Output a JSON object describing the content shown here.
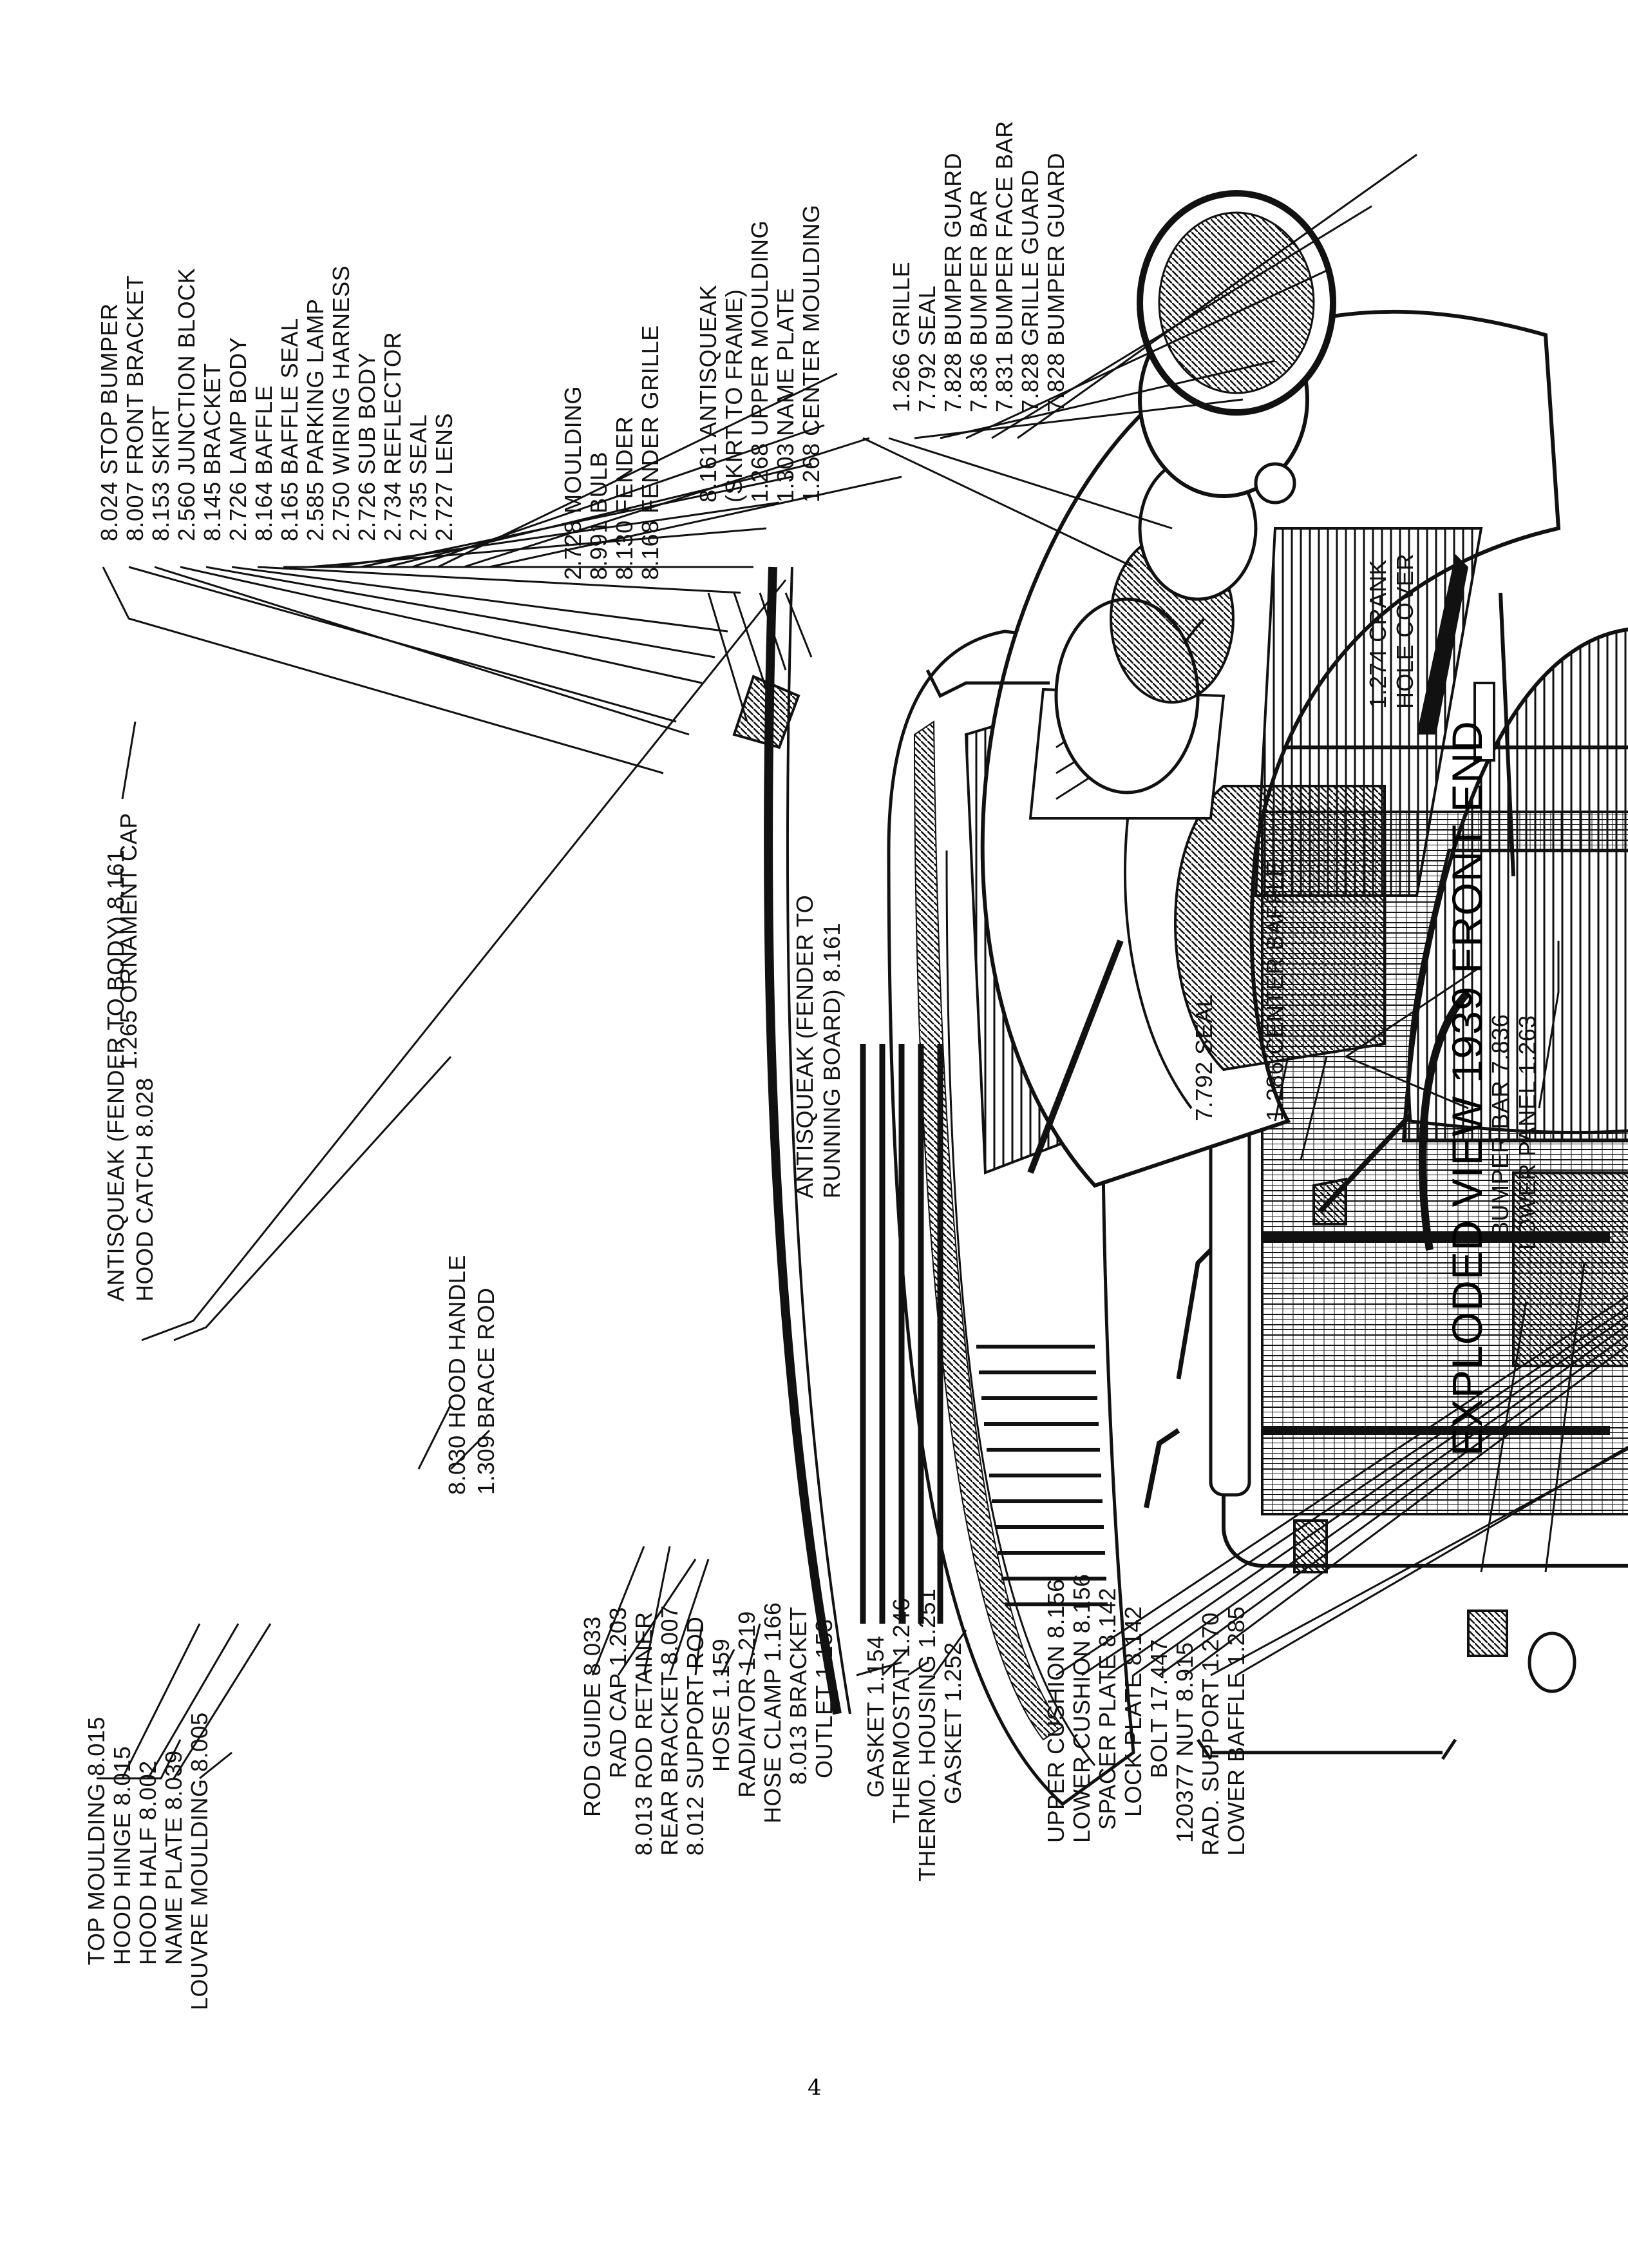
{
  "title": "EXPLODED VIEW 1939 FRONT END",
  "page_number": "4",
  "colors": {
    "ink": "#111111",
    "paper": "#ffffff"
  },
  "labels": {
    "top_moulding": "TOP MOULDING 8.015",
    "hood_hinge": "HOOD HINGE 8.015",
    "hood_half": "HOOD HALF 8.002",
    "name_plate_hood": "NAME PLATE 8.039",
    "louvre_moulding": "LOUVRE MOULDING 8.005",
    "antisqueak_body": "ANTISQUEAK (FENDER TO BODY) 8.161",
    "hood_catch": "HOOD CATCH 8.028",
    "ornament_cap": "1.265 ORNAMENT CAP",
    "hood_handle": "8.030 HOOD HANDLE",
    "brace_rod": "1.309 BRACE ROD",
    "rod_guide": "ROD GUIDE 8.033",
    "rad_cap": "RAD CAP 1.203",
    "rod_retainer": "8.013 ROD RETAINER",
    "rear_bracket": "REAR BRACKET 8.007",
    "support_rod": "8.012 SUPPORT ROD",
    "hose": "HOSE 1.159",
    "radiator": "RADIATOR 1.219",
    "hose_clamp": "HOSE CLAMP 1.166",
    "bracket_8013": "8.013 BRACKET",
    "outlet": "OUTLET 1.153",
    "gasket_1154": "GASKET 1.154",
    "thermostat": "THERMOSTAT 1.246",
    "thermo_housing": "THERMO. HOUSING 1.251",
    "gasket_1252": "GASKET 1.252",
    "upper_cushion": "UPPER CUSHION 8.156",
    "lower_cushion": "LOWER CUSHION 8.156",
    "spacer_plate": "SPACER PLATE 8.142",
    "lock_plate": "LOCK PLATE 8.142",
    "bolt": "BOLT 17.447",
    "nut": "120377 NUT 8.915",
    "rad_support": "RAD. SUPPORT 1.270",
    "lower_baffle": "LOWER BAFFLE 1.285",
    "antisqueak_running_1": "ANTISQUEAK (FENDER TO",
    "antisqueak_running_2": "RUNNING BOARD) 8.161",
    "center_baffle": "1.286 CENTER BAFFLE",
    "seal_lower": "7.792 SEAL",
    "bumper_bar_lower": "BUMPER BAR 7.836",
    "lower_panel": "LOWER PANEL 1.263",
    "stop_bumper": "8.024 STOP BUMPER",
    "front_bracket": "8.007 FRONT BRACKET",
    "skirt": "8.153 SKIRT",
    "junction_block": "2.560 JUNCTION BLOCK",
    "bracket_8145": "8.145 BRACKET",
    "lamp_body": "2.726 LAMP BODY",
    "baffle": "8.164 BAFFLE",
    "baffle_seal": "8.165 BAFFLE SEAL",
    "parking_lamp": "2.585 PARKING LAMP",
    "wiring_harness": "2.750 WIRING HARNESS",
    "sub_body": "2.726 SUB BODY",
    "reflector": "2.734 REFLECTOR",
    "seal_2735": "2.735 SEAL",
    "lens": "2.727 LENS",
    "moulding": "2.728 MOULDING",
    "bulb": "8.991 BULB",
    "fender": "8.130 FENDER",
    "fender_grille": "8.168 FENDER GRILLE",
    "antisqueak_frame_1": "8.161 ANTISQUEAK",
    "antisqueak_frame_2": "(SKIRT TO FRAME)",
    "upper_moulding": "1.268 UPPER MOULDING",
    "name_plate": "1.303 NAME PLATE",
    "center_moulding": "1.268 CENTER MOULDING",
    "grille": "1.266 GRILLE",
    "seal_7792": "7.792 SEAL",
    "bumper_guard_1": "7.828 BUMPER GUARD",
    "bumper_bar": "7.836 BUMPER BAR",
    "bumper_face_bar": "7.831 BUMPER FACE BAR",
    "grille_guard": "7.828 GRILLE GUARD",
    "bumper_guard_2": "7.828 BUMPER GUARD",
    "crank_1": "1.274 CRANK",
    "crank_2": "HOLE COVER"
  }
}
